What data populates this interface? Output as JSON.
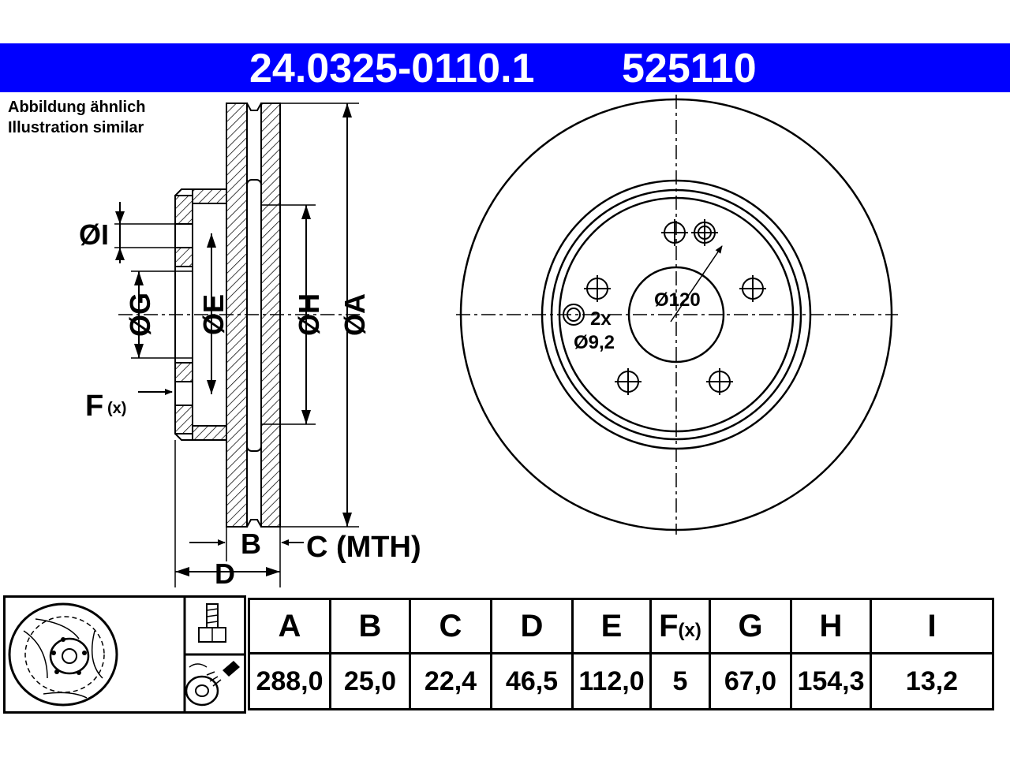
{
  "header": {
    "part_number": "24.0325-0110.1",
    "ref_number": "525110",
    "bar_color": "#0000ff"
  },
  "note": {
    "line1": "Abbildung ähnlich",
    "line2": "Illustration similar"
  },
  "side_view": {
    "dim_I": "ØI",
    "dim_G": "ØG",
    "dim_E": "ØE",
    "dim_H": "ØH",
    "dim_A": "ØA",
    "dim_F": "F",
    "dim_F_sub": "(x)",
    "dim_B": "B",
    "dim_C": "C (MTH)",
    "dim_D": "D"
  },
  "front_view": {
    "center_bore": "Ø120",
    "hole_count": "2x",
    "hole_dia": "Ø9,2"
  },
  "table": {
    "headers": [
      "A",
      "B",
      "C",
      "D",
      "E",
      "F",
      "G",
      "H",
      "I"
    ],
    "f_sub": "(x)",
    "values": [
      "288,0",
      "25,0",
      "22,4",
      "46,5",
      "112,0",
      "5",
      "67,0",
      "154,3",
      "13,2"
    ]
  },
  "icons": {
    "disc": "brake-disc-icon",
    "bolt": "bolt-icon",
    "spray": "spray-cleaner-icon"
  }
}
